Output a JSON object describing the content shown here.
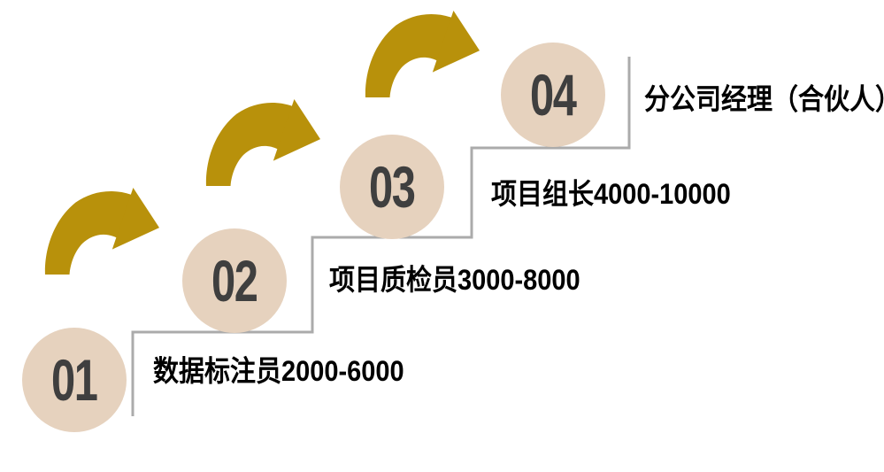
{
  "diagram": {
    "type": "stair-step-progression",
    "steps": [
      {
        "number": "01",
        "label": "数据标注员2000-6000"
      },
      {
        "number": "02",
        "label": "项目质检员3000-8000"
      },
      {
        "number": "03",
        "label": "项目组长4000-10000"
      },
      {
        "number": "04",
        "label": "分公司经理（合伙人）"
      }
    ],
    "icons": {
      "arrow": "curved-up-right-arrow-icon"
    },
    "colors": {
      "circle_fill": "#E6D2BE",
      "number": "#3F3F3F",
      "arrow": "#B8910B",
      "stair_line": "#ABABAB",
      "label_text": "#000000",
      "background": "#FFFFFF"
    }
  }
}
